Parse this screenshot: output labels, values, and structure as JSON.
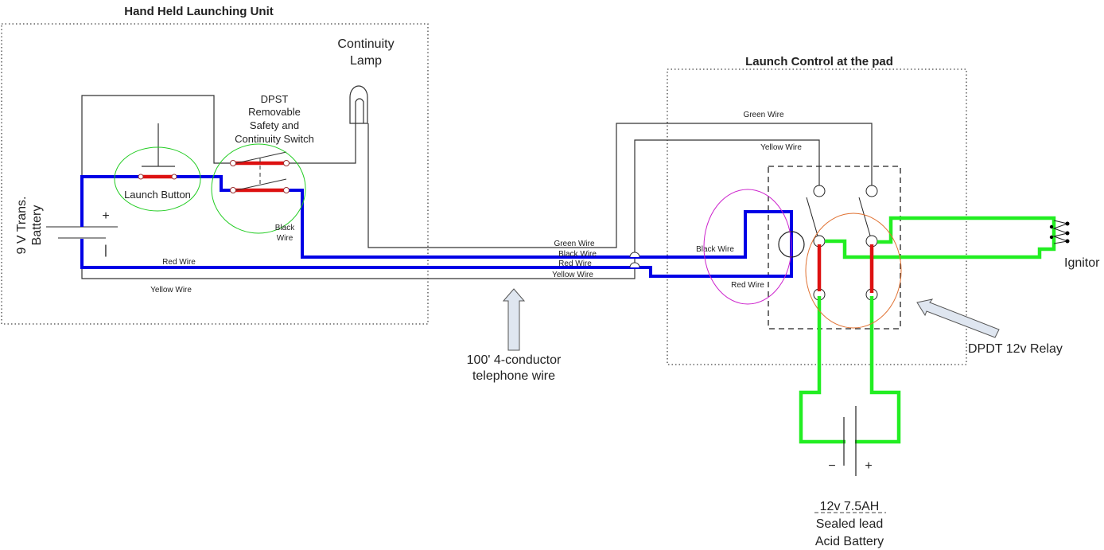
{
  "handheld_unit": {
    "title": "Hand Held Launching Unit",
    "battery_label_line1": "9 V Trans.",
    "battery_label_line2": "Battery",
    "plus": "+",
    "minus": "|",
    "launch_button": "Launch Button",
    "lamp_line1": "Continuity",
    "lamp_line2": "Lamp",
    "switch_line1": "DPST",
    "switch_line2": "Removable",
    "switch_line3": "Safety and",
    "switch_line4": "Continuity Switch",
    "black_wire_line1": "Black",
    "black_wire_line2": "Wire",
    "red_wire": "Red Wire",
    "yellow_wire": "Yellow Wire"
  },
  "cable": {
    "green": "Green Wire",
    "black": "Black Wire",
    "red": "Red Wire",
    "yellow": "Yellow Wire",
    "caption_line1": "100' 4-conductor",
    "caption_line2": "telephone wire"
  },
  "pad_control": {
    "title": "Launch Control at the pad",
    "green_wire": "Green Wire",
    "yellow_wire": "Yellow Wire",
    "black_wire": "Black Wire",
    "red_wire": "Red Wire",
    "relay_label": "DPDT 12v Relay",
    "ignitor": "Ignitor",
    "battery_line1": "12v 7.5AH",
    "battery_line2": "Sealed lead",
    "battery_line3": "Acid Battery",
    "battery_minus": "−",
    "battery_plus": "+"
  },
  "colors": {
    "signal_wire": "#0000e6",
    "power_wire": "#22ee22",
    "contact": "#dd1111",
    "highlight_button": "#22cc22",
    "highlight_coil": "#cc22cc",
    "highlight_relay": "#e07030"
  }
}
